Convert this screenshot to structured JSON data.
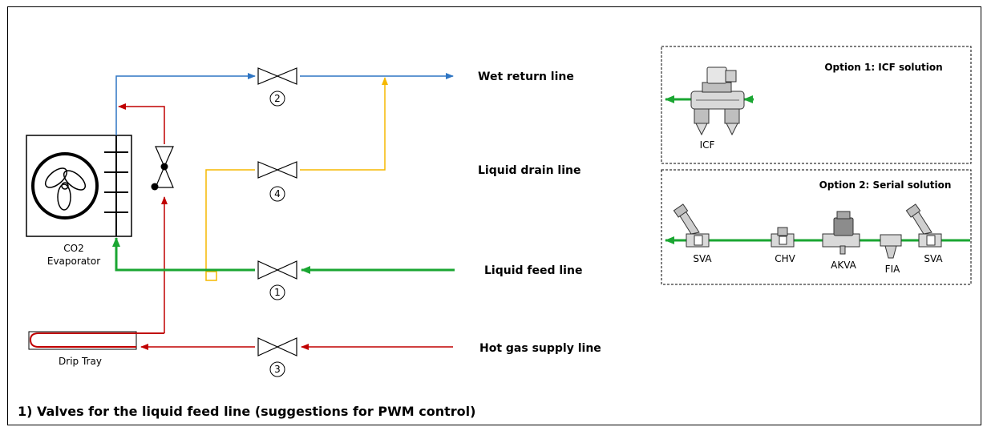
{
  "lines": {
    "wet_return": "Wet return line",
    "liquid_drain": "Liquid drain line",
    "liquid_feed": "Liquid feed line",
    "hot_gas": "Hot gas supply line"
  },
  "evaporator": {
    "line1": "CO2",
    "line2": "Evaporator"
  },
  "drip_tray": "Drip Tray",
  "valve_numbers": [
    "1",
    "2",
    "3",
    "4"
  ],
  "option1": {
    "title": "Option 1: ICF solution",
    "component": "ICF"
  },
  "option2": {
    "title": "Option 2: Serial solution",
    "components": [
      "SVA",
      "CHV",
      "AKVA",
      "FIA",
      "SVA"
    ]
  },
  "caption": "1) Valves for the liquid feed line (suggestions for PWM control)",
  "colors": {
    "blue": "#2e75c3",
    "red": "#c00000",
    "green": "#1aa632",
    "yellow": "#f5b800"
  }
}
